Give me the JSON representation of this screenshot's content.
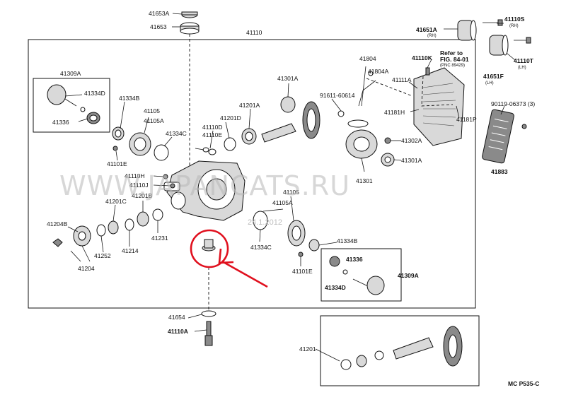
{
  "watermark": "WWW.JAPANCATS.RU",
  "date_stamp": "24.1.2012",
  "footer_code": "MC P535-C",
  "ref_note": {
    "line1": "Refer to",
    "line2": "FIG. 84-01",
    "line3": "(PNC 89429)"
  },
  "labels": {
    "p41653A": "41653A",
    "p41653": "41653",
    "p41110": "41110",
    "p41651A": "41651A",
    "p41651A_sub": "(RH)",
    "p41110S": "41110S",
    "p41110S_sub": "(RH)",
    "p41110T": "41110T",
    "p41110T_sub": "(LH)",
    "p41651F": "41651F",
    "p41651F_sub": "(LH)",
    "p41309A_l": "41309A",
    "p41334D_l": "41334D",
    "p41336_l": "41336",
    "p41334B_l": "41334B",
    "p41105_l": "41105",
    "p41105A_l": "41105A",
    "p41334C_l": "41334C",
    "p41101E_l": "41101E",
    "p41110D": "41110D",
    "p41110E": "41110E",
    "p41201D": "41201D",
    "p41201A": "41201A",
    "p41301A_t": "41301A",
    "p41804": "41804",
    "p41804A": "41804A",
    "p41110K": "41110K",
    "p41111A": "41111A",
    "p91611": "91611-60614",
    "p41181H": "41181H",
    "p41181P": "41181P",
    "p90119": "90119-06373 (3)",
    "p41302A": "41302A",
    "p41301A_b": "41301A",
    "p41301": "41301",
    "p41883": "41883",
    "p41110H": "41110H",
    "p41110J": "41110J",
    "p41201C": "41201C",
    "p41201B": "41201B",
    "p41204B": "41204B",
    "p41252": "41252",
    "p41214": "41214",
    "p41231": "41231",
    "p41204": "41204",
    "p41105_r": "41105",
    "p41105A_r": "41105A",
    "p41334C_r": "41334C",
    "p41334B_r": "41334B",
    "p41101E_r": "41101E",
    "p41336_r": "41336",
    "p41334D_r": "41334D",
    "p41309A_r": "41309A",
    "p41654": "41654",
    "p41110A": "41110A",
    "p41201": "41201"
  }
}
